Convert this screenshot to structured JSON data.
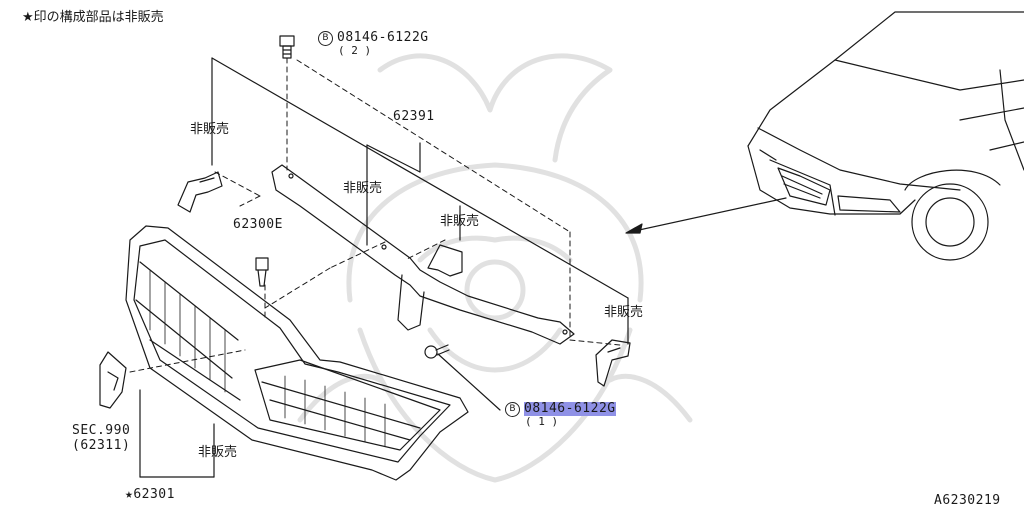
{
  "header": {
    "note": "★印の構成部品は非販売"
  },
  "labels": {
    "bolt_top_number": "08146-6122G",
    "bolt_top_qty": "( 2 )",
    "bolt_bottom_number": "08146-6122G",
    "bolt_bottom_qty": "( 1 )",
    "b_marker": "B",
    "part_62391": "62391",
    "part_62300E": "62300E",
    "not_sold": "非販売",
    "sec": "SEC.990",
    "sec_sub": "(62311)",
    "grille_assembly": "★62301",
    "figure_id": "A6230219"
  },
  "colors": {
    "line": "#1a1a1a",
    "highlight": "#8f91e6",
    "watermark": "#d6d6d6"
  }
}
